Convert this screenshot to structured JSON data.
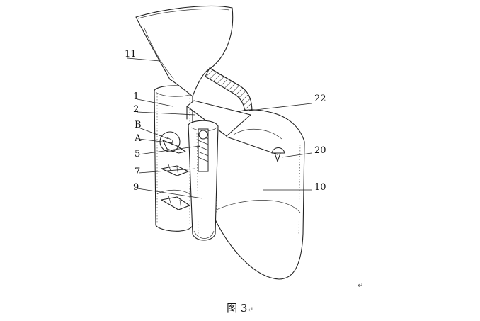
{
  "labels": {
    "l11": "11",
    "l1": "1",
    "l2": "2",
    "lB": "B",
    "lA": "A",
    "l5": "5",
    "l7": "7",
    "l9": "9",
    "l22": "22",
    "l20": "20",
    "l10": "10"
  },
  "caption": "图 3",
  "return_mark": "↵"
}
